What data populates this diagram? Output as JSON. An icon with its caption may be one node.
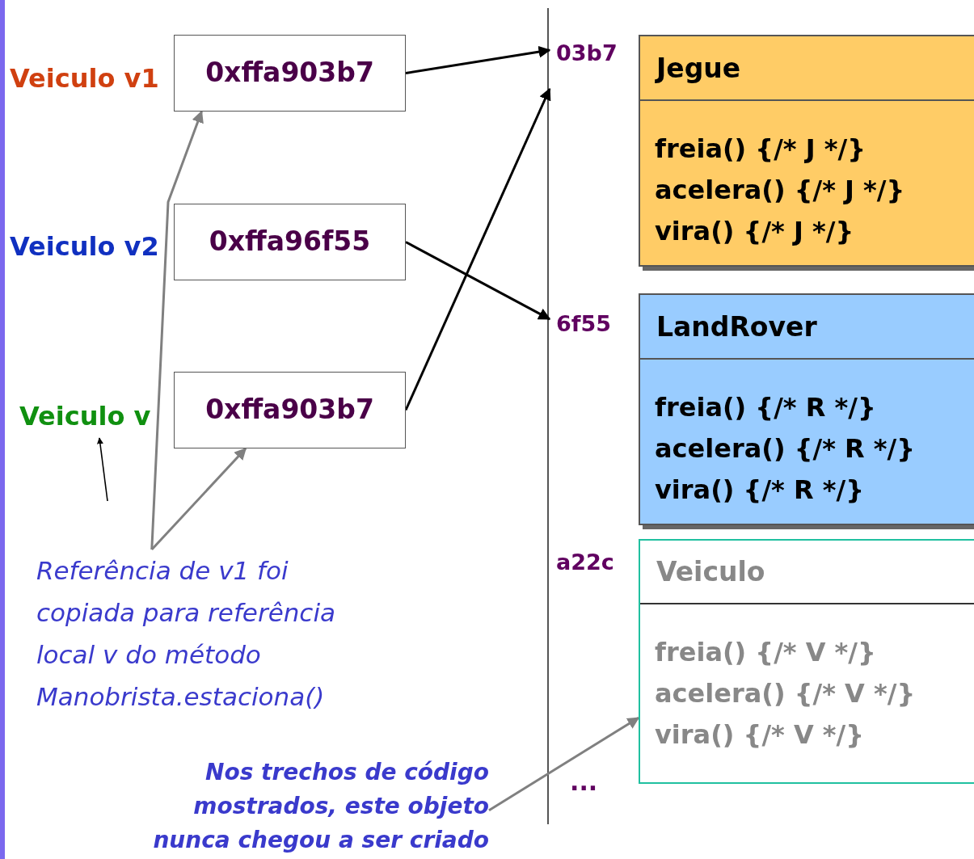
{
  "diagram": {
    "nodes": [
      {
        "text": [
          "Veiculo v1"
        ]
      },
      {
        "text": [
          "0xffa903b7"
        ]
      },
      {
        "text": [
          "03b7"
        ]
      },
      {
        "text": [
          "Jegue",
          "freia() {/* J */}",
          "acelera() {/* J */}",
          "vira() {/* J */}"
        ]
      },
      {
        "text": [
          "Veiculo v2"
        ]
      },
      {
        "text": [
          "0xffa96f55"
        ]
      },
      {
        "text": [
          "6f55"
        ]
      },
      {
        "text": [
          "LandRover",
          "freia() {/* R */}",
          "acelera() {/* R */}",
          "vira() {/* R */}"
        ]
      },
      {
        "text": [
          "Veiculo v"
        ]
      },
      {
        "text": [
          "0xffa903b7"
        ]
      },
      {
        "text": [
          "a22c"
        ]
      },
      {
        "text": [
          "Veiculo",
          "freia() {/* V */}",
          "acelera() {/* V */}",
          "vira() {/* V */}"
        ]
      },
      {
        "text": [
          "Referência de v1 foi copiada para referência local v do método Manobrista.estaciona()"
        ]
      },
      {
        "text": [
          "Nos trechos de código mostrados, este objeto nunca chegou a ser criado"
        ]
      }
    ],
    "edges": [
      {
        "from": 1,
        "to": 2,
        "arrow": "to"
      },
      {
        "from": 9,
        "to": 2,
        "arrow": "to"
      },
      {
        "from": 5,
        "to": 6,
        "arrow": "to"
      },
      {
        "from": 12,
        "to": 1,
        "arrow": "to",
        "color": "#808080"
      },
      {
        "from": 12,
        "to": 9,
        "arrow": "to",
        "color": "#808080"
      },
      {
        "from": 13,
        "to": 11,
        "arrow": "to",
        "color": "#808080"
      },
      {
        "from": null,
        "to": 8,
        "arrow": "to"
      }
    ],
    "labels": [
      "..."
    ]
  }
}
